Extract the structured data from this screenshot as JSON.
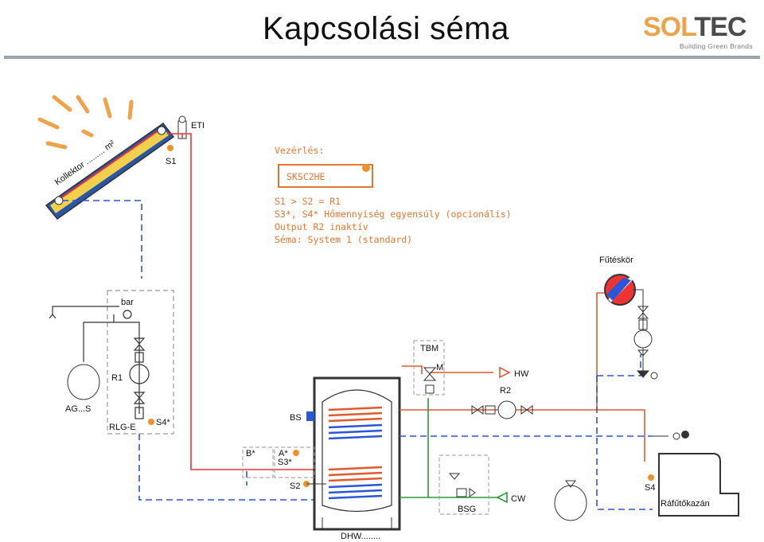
{
  "header": {
    "title": "Kapcsolási séma",
    "logo_part1": "SOL",
    "logo_part2": "TEC",
    "logo_tagline": "Building Green Brands"
  },
  "diagram": {
    "collector_label": "Kollektor ......... m²",
    "eti": "ETI",
    "s1": "S1",
    "control_heading": "Vezérlés:",
    "controller": "SKSC2HE",
    "control_lines": [
      "S1 > S2 = R1",
      "S3*, S4* Hőmennyiség egyensúly (opcionális)",
      "Output R2 inaktív",
      "Séma: System 1 (standard)"
    ],
    "heating_circuit": "Fűtéskör",
    "bar": "bar",
    "r1": "R1",
    "ag": "AG...S",
    "rlg": "RLG-E",
    "s4star": "S4*",
    "tbm": "TBM",
    "hw": "HW",
    "r2": "R2",
    "bs": "BS",
    "b_star": "B*",
    "a_star": "A*",
    "s3star": "S3*",
    "s2": "S2",
    "bsg": "BSG",
    "cw": "CW",
    "s4": "S4",
    "boiler": "Ráfűtőkazán",
    "dhw": "DHW........",
    "m": "M"
  }
}
